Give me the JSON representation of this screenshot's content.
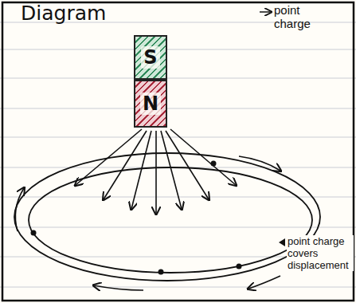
{
  "diagram": {
    "title": "Diagram",
    "nodes": [
      {
        "text": [
          "S"
        ]
      },
      {
        "text": [
          "N"
        ]
      }
    ],
    "labels": [
      "point charge covers displacement"
    ],
    "legend": [
      {
        "text": "point charge"
      }
    ]
  }
}
